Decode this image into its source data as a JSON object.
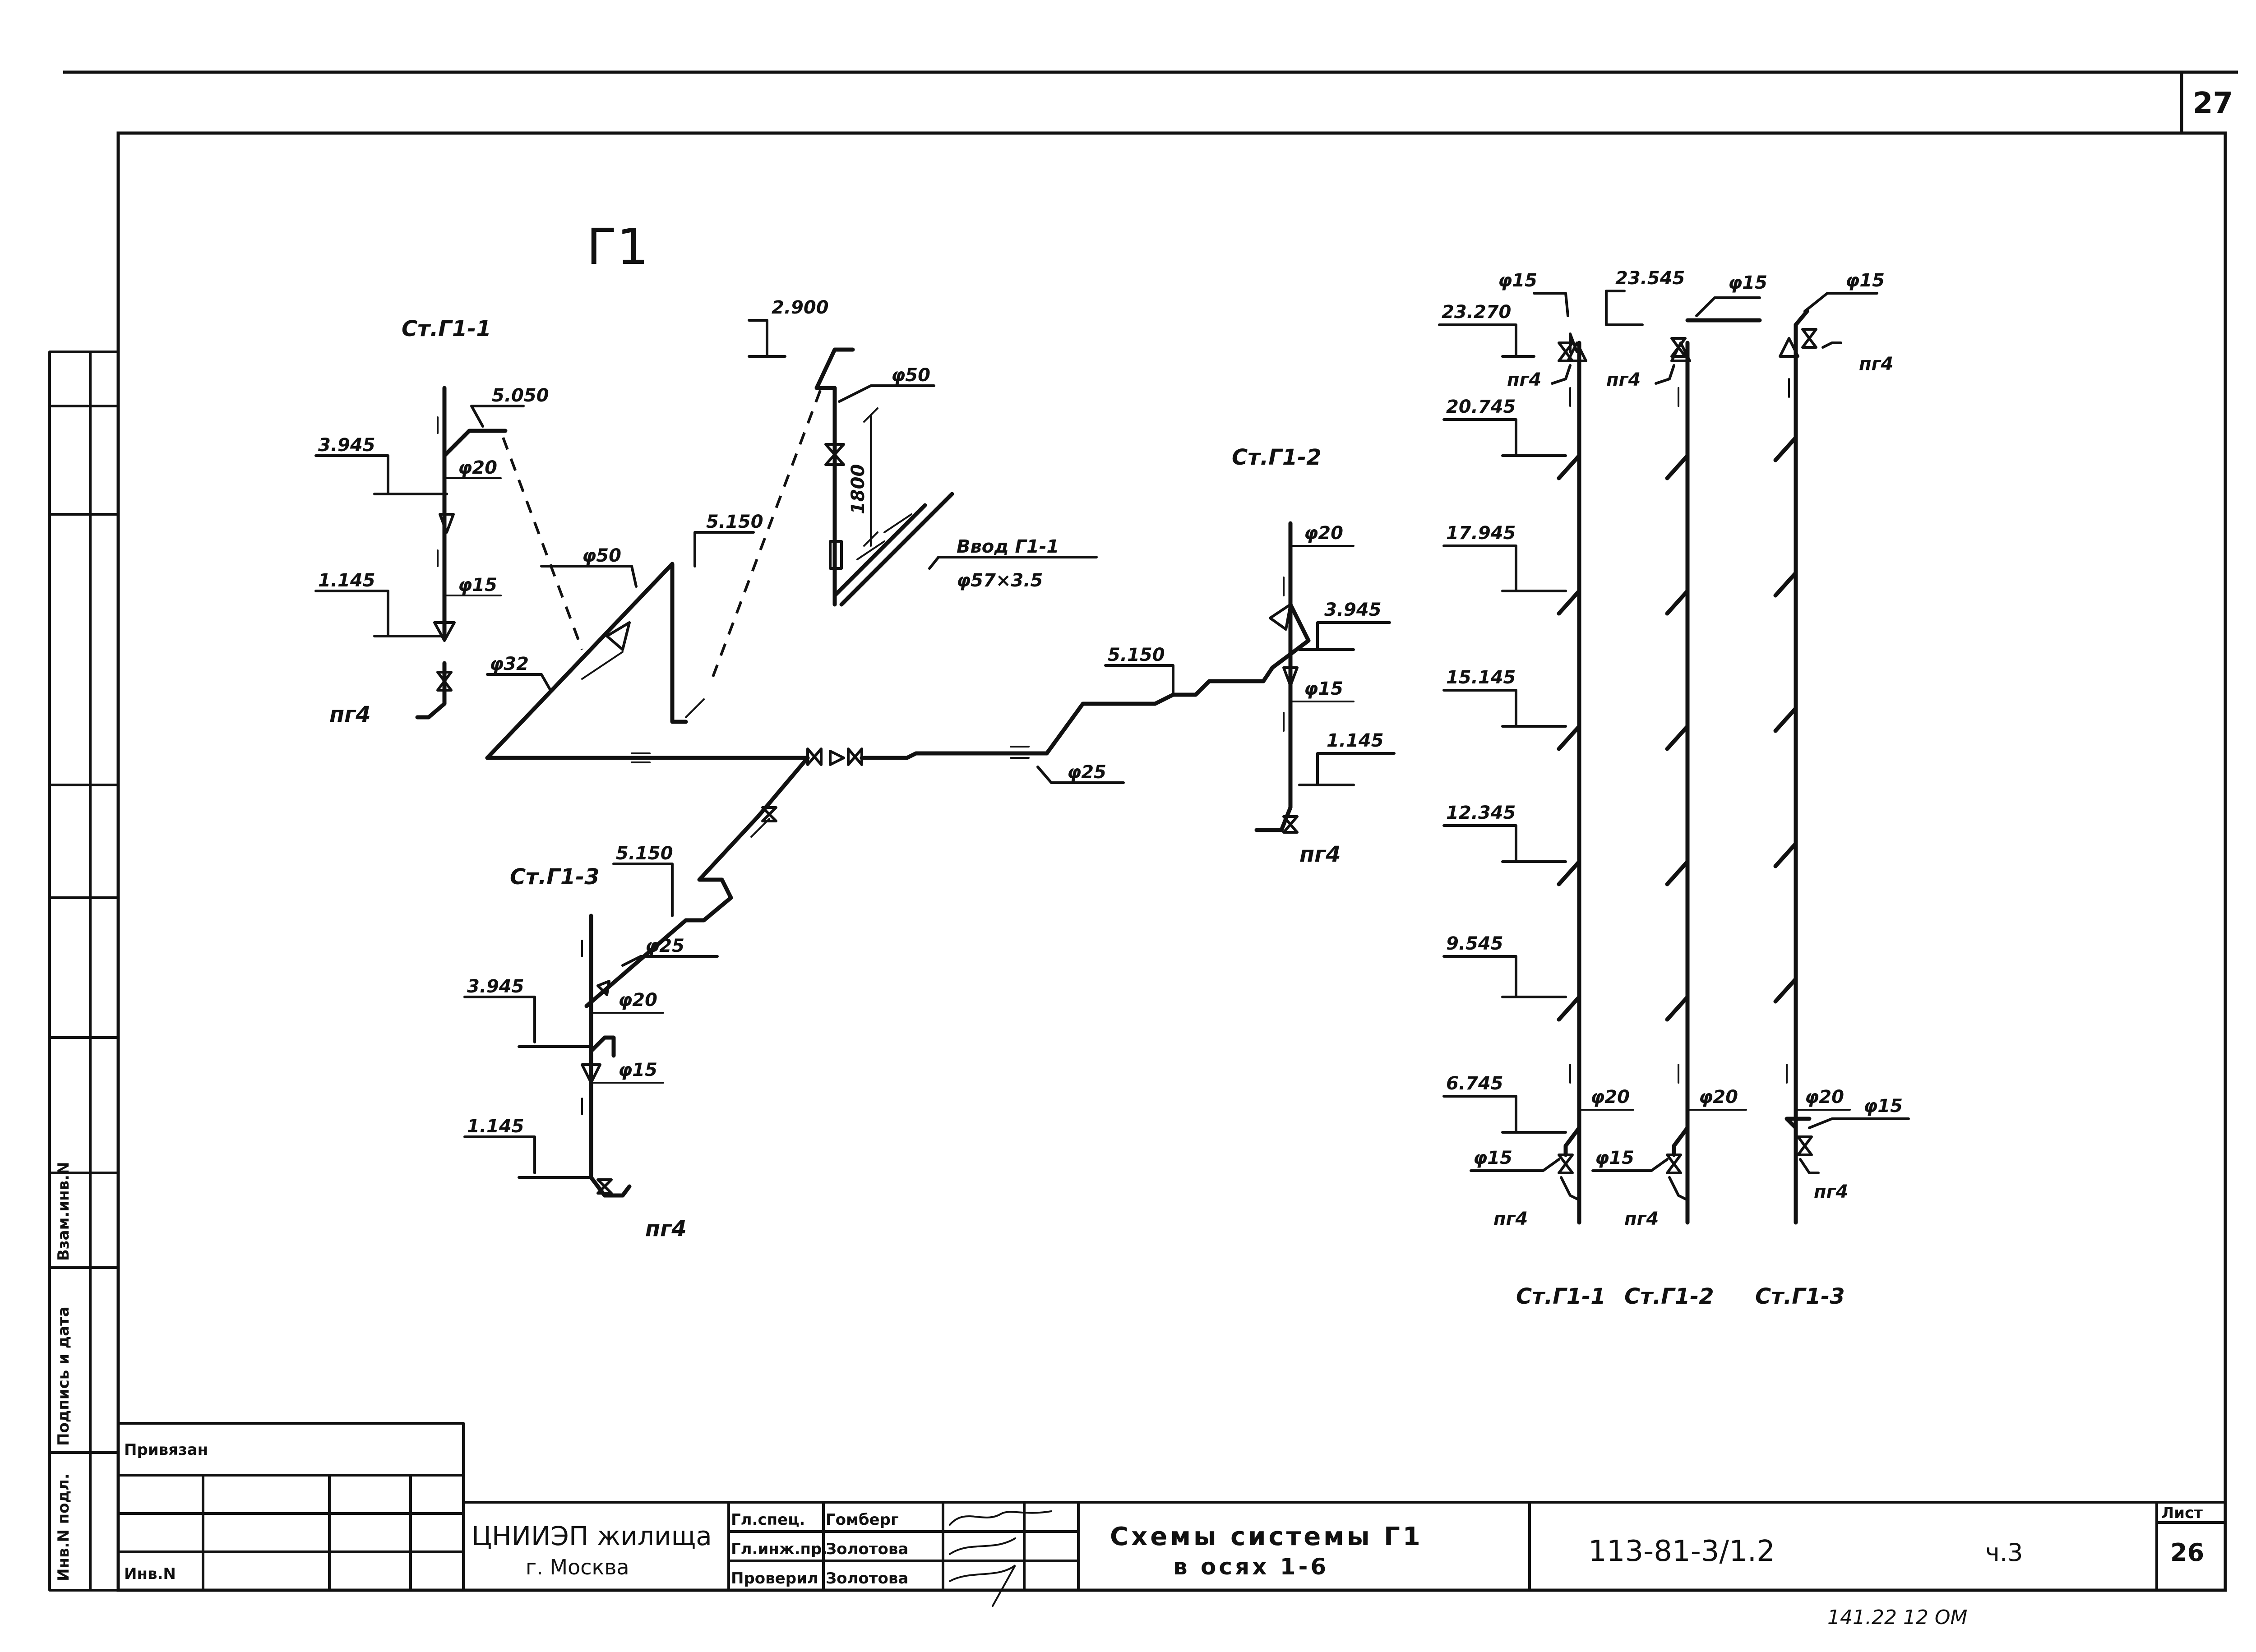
{
  "sheet": {
    "corner_number": "27",
    "sheet_label": "Лист",
    "sheet_number": "26"
  },
  "drawing": {
    "system_title": "Г1",
    "risers": {
      "r1": "Ст.Г1-1",
      "r2": "Ст.Г1-2",
      "r3": "Ст.Г1-3",
      "r1_bottom": "Ст.Г1-1",
      "r2_bottom": "Ст.Г1-2",
      "r3_bottom": "Ст.Г1-3"
    },
    "levels": {
      "l_2900": "2.900",
      "l_5050": "5.050",
      "l_3945_a": "3.945",
      "l_1145_a": "1.145",
      "l_5150_a": "5.150",
      "l_5150_b": "5.150",
      "l_5150_c": "5.150",
      "l_3945_b": "3.945",
      "l_1145_b": "1.145",
      "l_3945_c": "3.945",
      "l_1145_c": "1.145",
      "l_23545": "23.545",
      "l_23270": "23.270",
      "l_20745": "20.745",
      "l_17945": "17.945",
      "l_15145": "15.145",
      "l_12345": "12.345",
      "l_9545": "9.545",
      "l_6745": "6.745"
    },
    "diameters": {
      "d20_a": "φ20",
      "d15_a": "φ15",
      "d50_a": "φ50",
      "d32": "φ32",
      "d50_b": "φ50",
      "d25_a": "φ25",
      "d20_b": "φ20",
      "d15_b": "φ15",
      "d25_b": "φ25",
      "d20_c": "φ20",
      "d15_c": "φ15",
      "dv15_1": "φ15",
      "dv15_2": "φ15",
      "dv15_3": "φ15",
      "dv20_1": "φ20",
      "dv20_2": "φ20",
      "dv20_3": "φ20",
      "dv15_4": "φ15",
      "dv15_5": "φ15",
      "dv15_6": "φ15"
    },
    "dimension_1800": "1800",
    "inlet": {
      "label": "Ввод Г1-1",
      "pipe": "φ57×3.5"
    },
    "fixtures": {
      "f1": "пг4",
      "f2": "пг4",
      "f3": "пг4",
      "f4": "пг4",
      "f5": "пг4",
      "f6": "пг4",
      "f7": "пг4",
      "f8": "пг4",
      "f9": "пг4"
    }
  },
  "title_block": {
    "bound_label": "Привязан",
    "inv_label": "Инв.N",
    "organization": "ЦНИИЭП жилища",
    "city": "г. Москва",
    "roles": [
      "Гл.спец.",
      "Гл.инж.пр.",
      "Проверил"
    ],
    "names": [
      "Гомберг",
      "Золотова",
      "Золотова"
    ],
    "title_line1": "Схемы системы Г1",
    "title_line2": "в осях 1-6",
    "document_code": "113-81-3/1.2",
    "part": "ч.3",
    "footer_code": "141.22 12 ОМ"
  },
  "side_stamp": {
    "inv_podl": "Инв.N подл.",
    "signature_date": "Подпись и дата",
    "vzam_inv": "Взам.инв.N"
  }
}
